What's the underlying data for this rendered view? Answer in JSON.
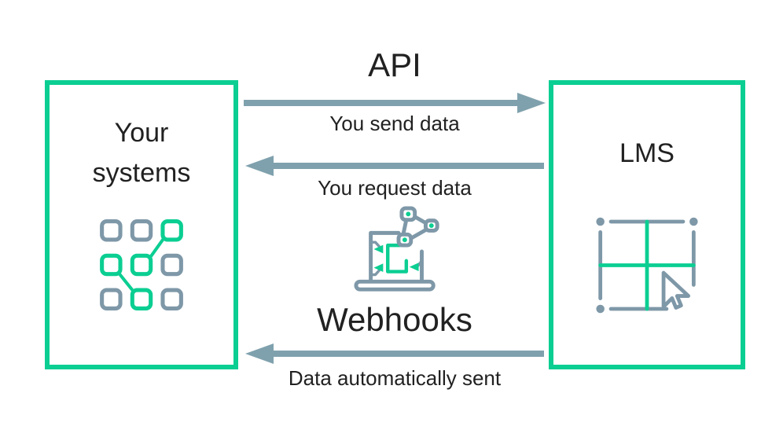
{
  "colors": {
    "accent-green": "#0bce92",
    "arrow-gray": "#7fa1ad",
    "icon-slate": "#7e98a8",
    "ink": "#212121"
  },
  "left_box": {
    "title": "Your\nsystems"
  },
  "right_box": {
    "title": "LMS"
  },
  "api_flow": {
    "heading": "API",
    "send_label": "You send data",
    "request_label": "You request data"
  },
  "webhook_flow": {
    "heading": "Webhooks",
    "sent_label": "Data automatically sent"
  }
}
